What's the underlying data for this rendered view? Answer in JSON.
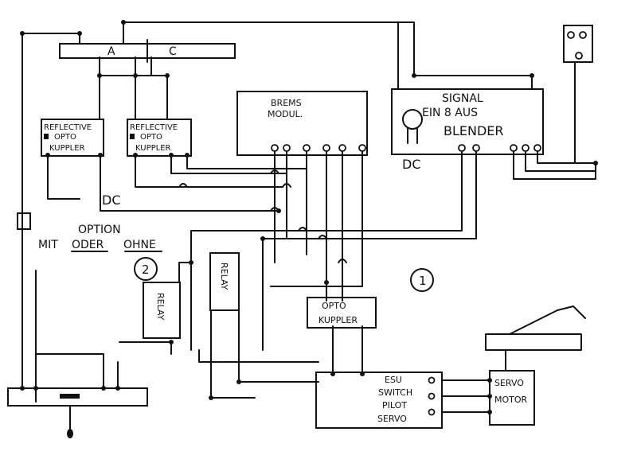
{
  "bus_labels": {
    "left": "A",
    "right": "C"
  },
  "reflective_left": {
    "line1": "REFLECTIVE",
    "line2": "OPTO",
    "line3": "KUPPLER"
  },
  "reflective_right": {
    "line1": "REFLECTIVE",
    "line2": "OPTO",
    "line3": "KUPPLER"
  },
  "brems": {
    "line1": "BREMS",
    "line2": "MODUL."
  },
  "signal": {
    "line1": "SIGNAL",
    "line2": "EIN 8 AUS",
    "line3": "BLENDER"
  },
  "dc_signal": "DC",
  "dc_bottom": "DC",
  "option": {
    "line1": "OPTION",
    "line2_a": "MIT",
    "line2_b": "ODER",
    "line2_c": "OHNE"
  },
  "badge_2": "2",
  "badge_1": "1",
  "relay_left": "RELAY",
  "relay_right": "RELAY",
  "opto": {
    "line1": "OPTO",
    "line2": "KUPPLER"
  },
  "esu": {
    "line1": "ESU",
    "line2": "SWITCH",
    "line3": "PILOT",
    "line4": "SERVO"
  },
  "servo_motor": {
    "line1": "SERVO",
    "line2": "MOTOR"
  }
}
